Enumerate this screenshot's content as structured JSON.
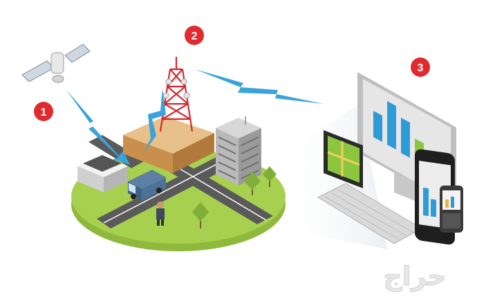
{
  "badges": [
    {
      "id": "satellite",
      "number": "1"
    },
    {
      "id": "tower",
      "number": "2"
    },
    {
      "id": "devices",
      "number": "3"
    }
  ],
  "watermark": "حراج",
  "colors": {
    "badge_red": "#e02a2e",
    "signal_blue": "#3aa3dc",
    "grass": "#a7d04f",
    "road": "#5a5a5a",
    "ground_block": "#d9a868",
    "tower_red": "#d6262b",
    "screen_bar_blue": "#2f9bd6",
    "screen_bar_green": "#8cc63f"
  },
  "icons": [
    "satellite-icon",
    "radio-tower-icon",
    "warehouse-icon",
    "delivery-truck-icon",
    "office-building-icon",
    "person-icon",
    "tree-icon",
    "tablet-map-icon",
    "desktop-monitor-icon",
    "keyboard-icon",
    "smartphone-icon",
    "blackberry-phone-icon"
  ]
}
